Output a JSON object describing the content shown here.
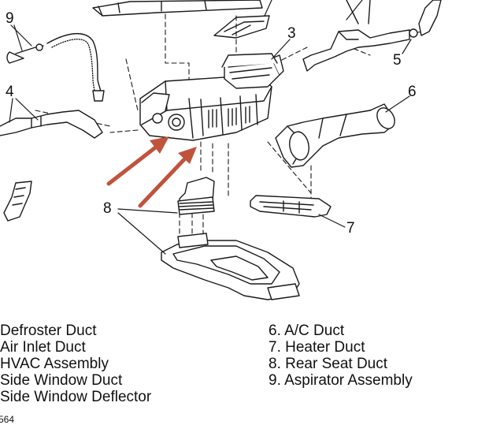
{
  "callouts": {
    "c3": "3",
    "c4": "4",
    "c5": "5",
    "c6": "6",
    "c7": "7",
    "c8": "8",
    "c9": "9"
  },
  "legend_left": [
    "Defroster Duct",
    "Air Inlet Duct",
    "HVAC Assembly",
    "Side Window Duct",
    "Side Window Deflector"
  ],
  "legend_right": [
    "6. A/C Duct",
    "7. Heater Duct",
    "8. Rear Seat Duct",
    "9. Aspirator Assembly"
  ],
  "figure_code": "564",
  "colors": {
    "arrow": "#c0533c",
    "line": "#1a1a1a",
    "fill": "#ffffff"
  },
  "icons": [
    "highlight-arrow"
  ]
}
